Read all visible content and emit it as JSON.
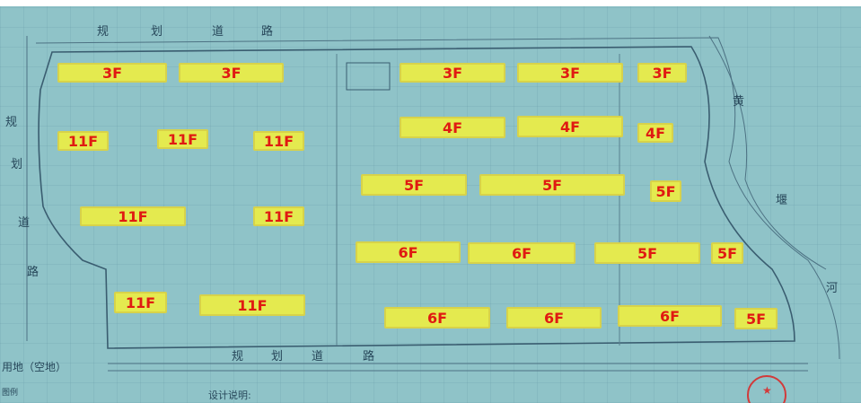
{
  "road_labels": {
    "top": [
      "规",
      "划",
      "道",
      "路"
    ],
    "left": [
      "规",
      "划",
      "道",
      "路"
    ],
    "bottom": [
      "规",
      "划",
      "道",
      "路"
    ],
    "right": [
      "黄",
      "堰",
      "河"
    ]
  },
  "side_text": {
    "land_use": "用地（空地）",
    "design_notes": "设计说明:",
    "legend": "图例"
  },
  "buildings": [
    {
      "label": "3F"
    },
    {
      "label": "3F"
    },
    {
      "label": "3F"
    },
    {
      "label": "3F"
    },
    {
      "label": "3F"
    },
    {
      "label": "11F"
    },
    {
      "label": "11F"
    },
    {
      "label": "11F"
    },
    {
      "label": "4F"
    },
    {
      "label": "4F"
    },
    {
      "label": "4F"
    },
    {
      "label": "5F"
    },
    {
      "label": "5F"
    },
    {
      "label": "5F"
    },
    {
      "label": "11F"
    },
    {
      "label": "11F"
    },
    {
      "label": "6F"
    },
    {
      "label": "6F"
    },
    {
      "label": "5F"
    },
    {
      "label": "5F"
    },
    {
      "label": "11F"
    },
    {
      "label": "11F"
    },
    {
      "label": "6F"
    },
    {
      "label": "6F"
    },
    {
      "label": "6F"
    },
    {
      "label": "5F"
    }
  ],
  "colors": {
    "background": "#8fc3c8",
    "building_fill": "#e4ea4f",
    "building_text": "#e01a12",
    "linework": "#27475a",
    "stamp": "#d23a3a"
  }
}
